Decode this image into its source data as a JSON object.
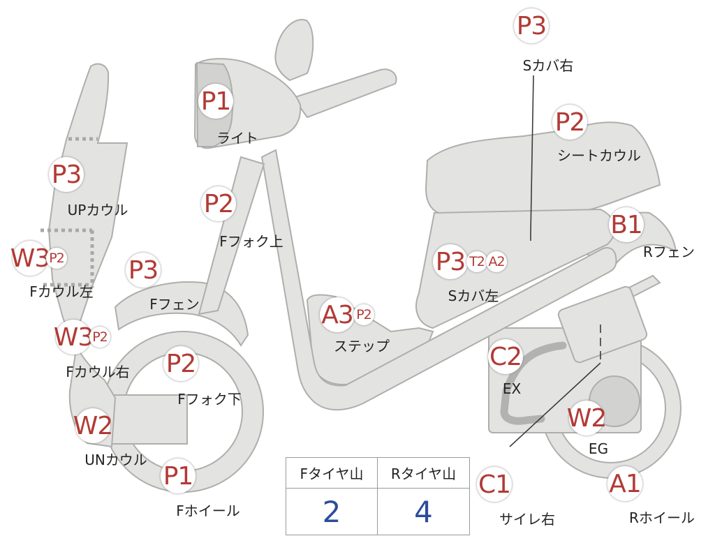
{
  "parts": [
    {
      "id": "light",
      "codes": [
        "P1"
      ],
      "label": "ライト"
    },
    {
      "id": "ffork-upper",
      "codes": [
        "P2"
      ],
      "label": "Fフォク上"
    },
    {
      "id": "scover-right",
      "codes": [
        "P3"
      ],
      "label": "Sカバ右"
    },
    {
      "id": "seat-cowl",
      "codes": [
        "P2"
      ],
      "label": "シートカウル"
    },
    {
      "id": "up-cowl",
      "codes": [
        "P3"
      ],
      "label": "UPカウル"
    },
    {
      "id": "rfender",
      "codes": [
        "B1"
      ],
      "label": "Rフェン"
    },
    {
      "id": "fcowl-left",
      "codes": [
        "W3",
        "P2"
      ],
      "label": "Fカウル左"
    },
    {
      "id": "ffender",
      "codes": [
        "P3"
      ],
      "label": "Fフェン"
    },
    {
      "id": "scover-left",
      "codes": [
        "P3",
        "T2",
        "A2"
      ],
      "label": "Sカバ左"
    },
    {
      "id": "step",
      "codes": [
        "A3",
        "P2"
      ],
      "label": "ステップ"
    },
    {
      "id": "fcowl-right",
      "codes": [
        "W3",
        "P2"
      ],
      "label": "Fカウル右"
    },
    {
      "id": "ffork-lower",
      "codes": [
        "P2"
      ],
      "label": "Fフォク下"
    },
    {
      "id": "ex",
      "codes": [
        "C2"
      ],
      "label": "EX"
    },
    {
      "id": "un-cowl",
      "codes": [
        "W2"
      ],
      "label": "UNカウル"
    },
    {
      "id": "eg",
      "codes": [
        "W2"
      ],
      "label": "EG"
    },
    {
      "id": "fwheel",
      "codes": [
        "P1"
      ],
      "label": "Fホイール"
    },
    {
      "id": "muffler-right",
      "codes": [
        "C1"
      ],
      "label": "サイレ右"
    },
    {
      "id": "rwheel",
      "codes": [
        "A1"
      ],
      "label": "Rホイール"
    }
  ],
  "tire_wear": {
    "front_header": "Fタイヤ山",
    "rear_header": "Rタイヤ山",
    "front_value": "2",
    "rear_value": "4"
  },
  "colors": {
    "code_text": "#b23a35",
    "tire_value_text": "#2b4d9a",
    "part_fill": "#e3e3e2",
    "part_outline": "#aeaeac"
  }
}
